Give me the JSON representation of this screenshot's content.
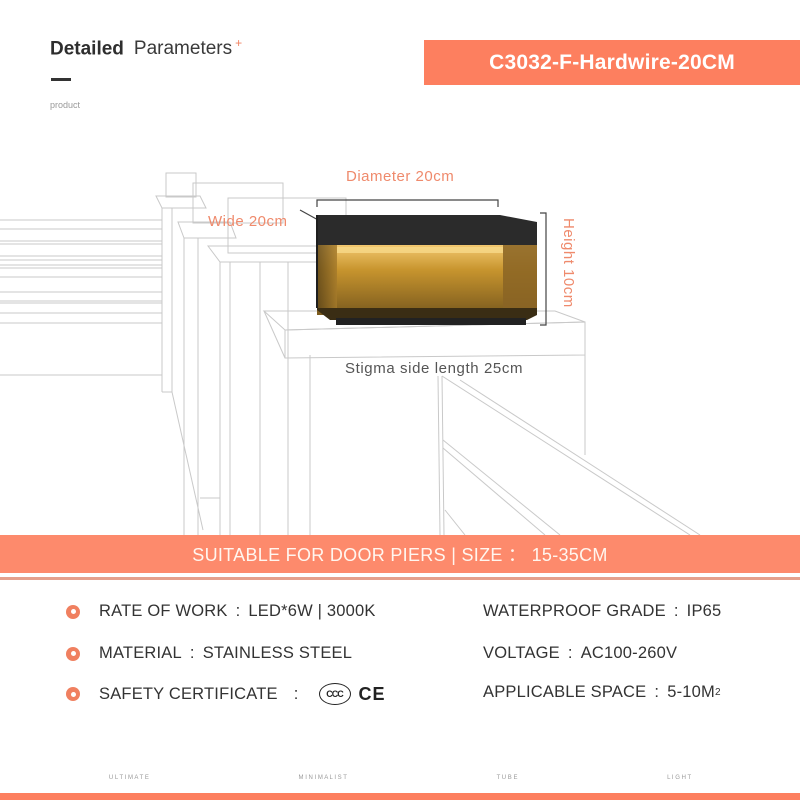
{
  "header": {
    "title_bold": "Detailed",
    "title_light": "Parameters",
    "title_mark": "+",
    "subtitle": "product"
  },
  "model_banner": {
    "label": "C3032-F-Hardwire-20CM",
    "color": "#fd7f5f"
  },
  "illustration": {
    "diameter_label": "Diameter 20cm",
    "wide_label": "Wide 20cm",
    "height_label": "Height 10cm",
    "stigma_label": "Stigma side length 25cm",
    "lamp_color": "#2b2b2b",
    "glow_color": "#c8952e",
    "label_color": "#ef8a6c"
  },
  "suitable_banner": {
    "label": "SUITABLE FOR DOOR PIERS | SIZE  ： 15-35CM",
    "color": "#fd8a6c"
  },
  "specs": {
    "left": [
      {
        "key": "RATE OF WORK",
        "value": "LED*6W | 3000K"
      },
      {
        "key": "MATERIAL",
        "value": "STAINLESS STEEL"
      },
      {
        "key": "SAFETY CERTIFICATE",
        "value": "",
        "icons": [
          "ccc-mark-icon",
          "ce-mark-icon"
        ]
      }
    ],
    "right": [
      {
        "key": "WATERPROOF GRADE",
        "value": "IP65"
      },
      {
        "key": "VOLTAGE",
        "value": "AC100-260V"
      },
      {
        "key": "APPLICABLE SPACE",
        "value": "5-10M",
        "sup": "2"
      }
    ],
    "ccc_text": "CCC",
    "ce_text": "CE",
    "bullet_color": "#f08060"
  },
  "footer": {
    "tagline_words": [
      "U L T I M A T E",
      "M I N I M A L I S T",
      "T U B E",
      "L I G H T"
    ],
    "bar_color": "#fd7f5f"
  }
}
